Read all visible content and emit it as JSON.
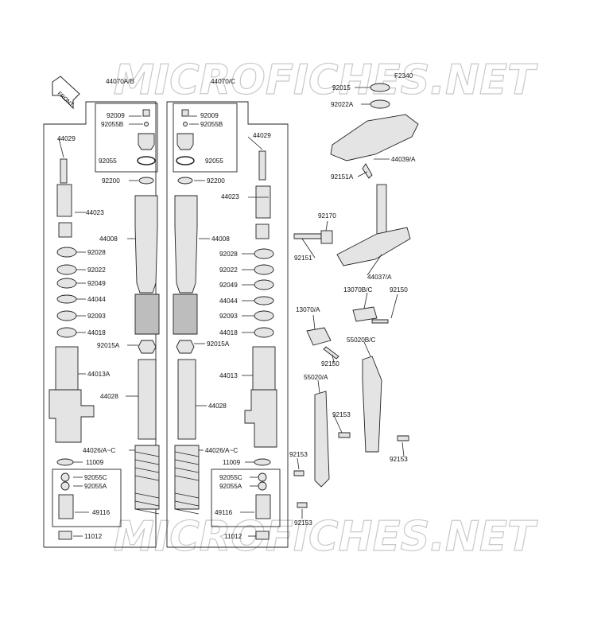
{
  "diagram_id": "F2340",
  "watermark": "MICROFICHES.NET",
  "front_label": "FRONT",
  "labels": {
    "l44070ab": "44070A/B",
    "l44070c": "44070/C",
    "l92009a": "92009",
    "l92055ba": "92055B",
    "l92009b": "92009",
    "l92055bb": "92055B",
    "l44029a": "44029",
    "l44029b": "44029",
    "l92055a": "92055",
    "l92055b": "92055",
    "l92200a": "92200",
    "l92200b": "92200",
    "l44023a": "44023",
    "l44023b": "44023",
    "l44008a": "44008",
    "l44008b": "44008",
    "l92028a": "92028",
    "l92028b": "92028",
    "l92022a": "92022",
    "l92022b": "92022",
    "l92049a": "92049",
    "l92049b": "92049",
    "l44044a": "44044",
    "l44044b": "44044",
    "l92093a": "92093",
    "l92093b": "92093",
    "l44018a": "44018",
    "l44018b": "44018",
    "l92015aa": "92015A",
    "l92015ab": "92015A",
    "l44013a": "44013A",
    "l44013b": "44013",
    "l44028a": "44028",
    "l44028b": "44028",
    "l44026a": "44026/A~C",
    "l44026b": "44026/A~C",
    "l11009a": "11009",
    "l11009b": "11009",
    "l92055ca": "92055C",
    "l92055aa": "92055A",
    "l92055cb": "92055C",
    "l92055ab": "92055A",
    "l49116a": "49116",
    "l49116b": "49116",
    "l11012a": "11012",
    "l11012b": "11012",
    "l92015": "92015",
    "l92022A": "92022A",
    "l44039": "44039/A",
    "l92151A": "92151A",
    "l92170": "92170",
    "l92151": "92151",
    "l44037": "44037/A",
    "l13070bc": "13070B/C",
    "l92150a": "92150",
    "l13070a": "13070/A",
    "l55020bc": "55020B/C",
    "l92150b": "92150",
    "l55020a": "55020/A",
    "l92153a": "92153",
    "l92153b": "92153",
    "l92153c": "92153",
    "l92153d": "92153"
  }
}
